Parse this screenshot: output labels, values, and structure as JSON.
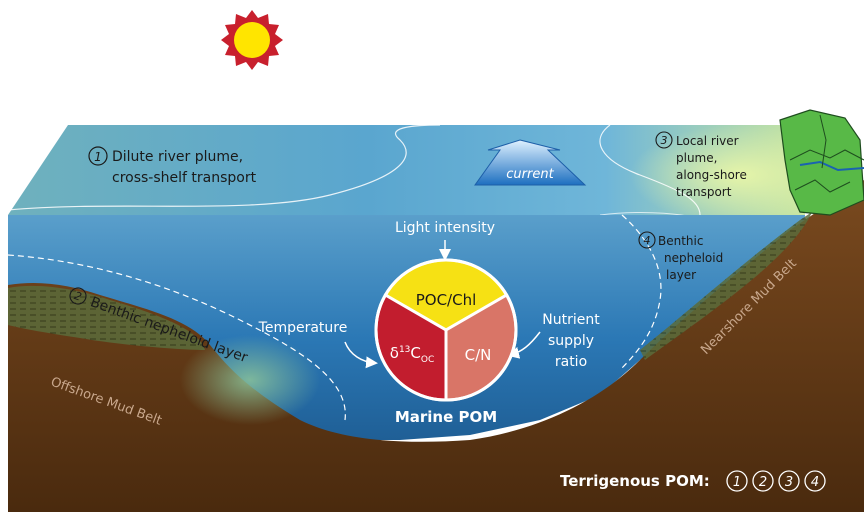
{
  "labels": {
    "dilute_plume_num": "1",
    "dilute_plume_line1": "Dilute river plume,",
    "dilute_plume_line2": "cross-shelf transport",
    "local_plume_num": "3",
    "local_plume_line1": "Local river",
    "local_plume_line2": "plume,",
    "local_plume_line3": "along-shore",
    "local_plume_line4": "transport",
    "benthic_near_num": "4",
    "benthic_near_line1": "Benthic",
    "benthic_near_line2": "nepheloid",
    "benthic_near_line3": "layer",
    "benthic_off_num": "2",
    "benthic_off_text": "Benthic nepheloid layer",
    "current": "current",
    "light_intensity": "Light intensity",
    "temperature": "Temperature",
    "nutrient_line1": "Nutrient",
    "nutrient_line2": "supply",
    "nutrient_line3": "ratio",
    "poc_chl": "POC/Chl",
    "delta_main": "δ",
    "delta_sup": "13",
    "delta_c": "C",
    "delta_sub": "OC",
    "cn": "C/N",
    "marine_pom": "Marine POM",
    "offshore_mud": "Offshore Mud Belt",
    "nearshore_mud": "Nearshore Mud Belt",
    "terrigenous": "Terrigenous POM:",
    "legend_nums": [
      "1",
      "2",
      "3",
      "4"
    ]
  },
  "colors": {
    "sun_outer": "#c8202d",
    "sun_inner": "#ffe500",
    "pie_top": "#f6e114",
    "pie_left": "#c21d2e",
    "pie_right": "#d97567",
    "sediment": "#6b3e17",
    "water": "#2f7ab8",
    "surface": "#6fb3d4"
  }
}
